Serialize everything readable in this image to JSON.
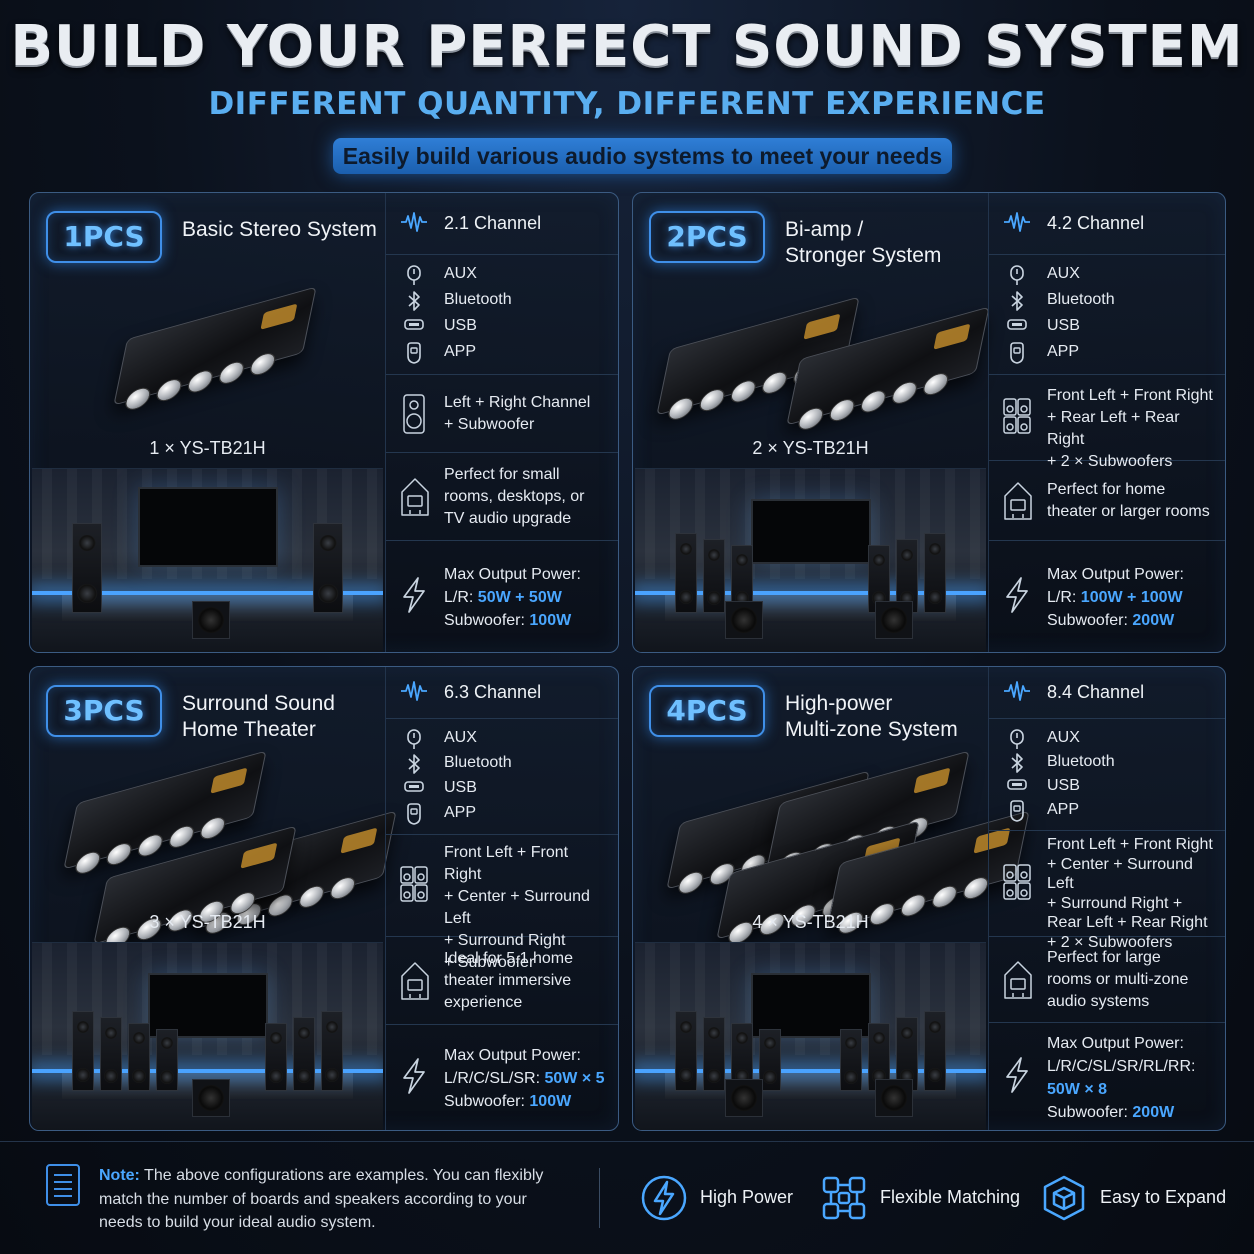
{
  "header": {
    "title": "BUILD YOUR PERFECT SOUND SYSTEM",
    "subtitle": "DIFFERENT QUANTITY, DIFFERENT EXPERIENCE",
    "tagline": "Easily build various audio systems to meet your needs"
  },
  "panels": [
    {
      "badge": "1PCS",
      "name_line1": "Basic Stereo System",
      "name_line2": "",
      "model": "1 × YS-TB21H",
      "channel": "2.1 Channel",
      "inputs": [
        "AUX",
        "Bluetooth",
        "USB",
        "APP"
      ],
      "config_lines": [
        "Left + Right Channel",
        "+ Subwoofer"
      ],
      "use_lines": [
        "Perfect for small",
        "rooms, desktops, or",
        "TV audio upgrade"
      ],
      "power_label": "Max Output Power:",
      "power_line1_prefix": "L/R: ",
      "power_line1_value": "50W + 50W",
      "power_line2_prefix": "",
      "power_line2_value": "",
      "power_sub_prefix": "Subwoofer: ",
      "power_sub_value": "100W"
    },
    {
      "badge": "2PCS",
      "name_line1": "Bi-amp /",
      "name_line2": "Stronger System",
      "model": "2 × YS-TB21H",
      "channel": "4.2 Channel",
      "inputs": [
        "AUX",
        "Bluetooth",
        "USB",
        "APP"
      ],
      "config_lines": [
        "Front Left + Front Right",
        "+ Rear Left + Rear Right",
        "+ 2 × Subwoofers"
      ],
      "use_lines": [
        "Perfect for home",
        "theater or larger rooms"
      ],
      "power_label": "Max Output Power:",
      "power_line1_prefix": "L/R: ",
      "power_line1_value": "100W + 100W",
      "power_line2_prefix": "",
      "power_line2_value": "",
      "power_sub_prefix": "Subwoofer: ",
      "power_sub_value": "200W"
    },
    {
      "badge": "3PCS",
      "name_line1": "Surround Sound",
      "name_line2": "Home Theater",
      "model": "3 × YS-TB21H",
      "channel": "6.3 Channel",
      "inputs": [
        "AUX",
        "Bluetooth",
        "USB",
        "APP"
      ],
      "config_lines": [
        "Front Left + Front Right",
        "+ Center + Surround Left",
        "+ Surround Right",
        "+ Subwoofer"
      ],
      "use_lines": [
        "Ideal for 5.1 home",
        "theater immersive",
        "experience"
      ],
      "power_label": "Max Output Power:",
      "power_line1_prefix": "L/R/C/SL/SR: ",
      "power_line1_value": "50W × 5",
      "power_line2_prefix": "",
      "power_line2_value": "",
      "power_sub_prefix": "Subwoofer: ",
      "power_sub_value": "100W"
    },
    {
      "badge": "4PCS",
      "name_line1": "High-power",
      "name_line2": "Multi-zone System",
      "model": "4 × YS-TB21H",
      "channel": "8.4 Channel",
      "inputs": [
        "AUX",
        "Bluetooth",
        "USB",
        "APP"
      ],
      "config_lines": [
        "Front Left + Front Right",
        "+ Center + Surround Left",
        "+ Surround Right +",
        "Rear Left + Rear Right",
        "+ 2 × Subwoofers"
      ],
      "use_lines": [
        "Perfect for large",
        "rooms or multi-zone",
        "audio systems"
      ],
      "power_label": "Max Output Power:",
      "power_line1_prefix": "L/R/C/SL/SR/RL/RR:",
      "power_line1_value": "",
      "power_line2_prefix": "",
      "power_line2_value": "50W × 8",
      "power_sub_prefix": "Subwoofer: ",
      "power_sub_value": "200W"
    }
  ],
  "footer": {
    "note_label": "Note:",
    "note_text": " The above configurations are examples. You can flexibly match the number of boards and speakers according to your needs to build your ideal audio system.",
    "features": [
      "High Power",
      "Flexible Matching",
      "Easy to Expand"
    ]
  },
  "icons": {
    "channel": "waveform-icon",
    "aux": "aux-plug-icon",
    "bluetooth": "bluetooth-icon",
    "usb": "usb-icon",
    "app": "app-phone-icon",
    "config": "speaker-layout-icon",
    "use": "room-icon",
    "power": "lightning-icon"
  },
  "colors": {
    "accent": "#4aa7ff",
    "panel_border": "#3b5b82",
    "background": "#0b111c"
  }
}
